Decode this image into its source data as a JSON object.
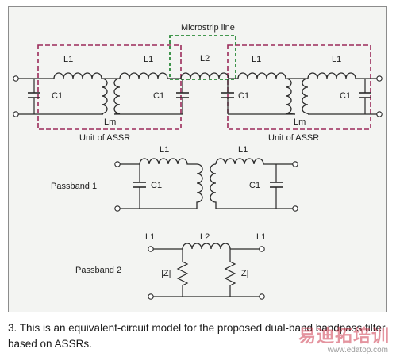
{
  "labels": {
    "microstrip": "Microstrip line",
    "L1": "L1",
    "L2": "L2",
    "C1": "C1",
    "Lm": "Lm",
    "unit": "Unit of ASSR",
    "passband1": "Passband 1",
    "passband2": "Passband 2",
    "Z": "|Z|"
  },
  "caption": {
    "text": "3. This is an equivalent-circuit model for the proposed dual-band bandpass filter based on ASSRs."
  },
  "watermark": {
    "text": "易迪拓培训",
    "url": "www.edatop.com"
  },
  "colors": {
    "assr_box": "#9b2a5a",
    "microstrip_box": "#2b8a3a",
    "panel": "#f3f4f2"
  }
}
